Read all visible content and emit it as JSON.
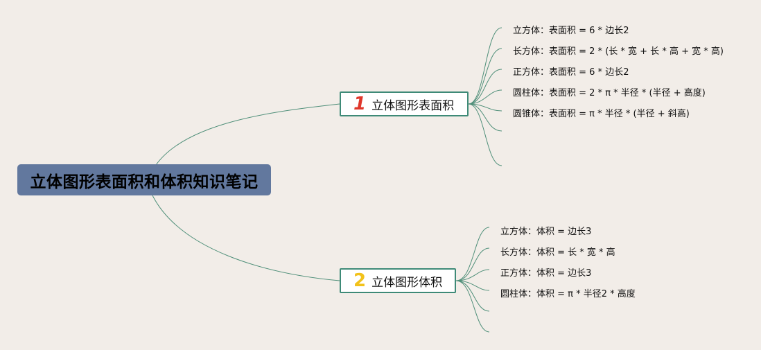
{
  "root": {
    "title": "立体图形表面积和体积知识笔记"
  },
  "branches": [
    {
      "number": "1",
      "label": "立体图形表面积",
      "items": [
        "立方体：表面积 = 6 * 边长2",
        "长方体：表面积 = 2 * (长 * 宽 + 长 * 高 + 宽 * 高)",
        "正方体：表面积 = 6 * 边长2",
        "圆柱体：表面积 = 2 * π * 半径 * (半径 + 高度)",
        "圆锥体：表面积 = π * 半径 * (半径 + 斜高)"
      ]
    },
    {
      "number": "2",
      "label": "立体图形体积",
      "items": [
        "立方体：体积 = 边长3",
        "长方体：体积 = 长 * 宽 * 高",
        "正方体：体积 = 边长3",
        "圆柱体：体积 = π * 半径2 * 高度"
      ]
    }
  ],
  "colors": {
    "background": "#f2ede8",
    "root_fill": "#62789e",
    "branch_border": "#3e8a77",
    "connector": "#4f8f79",
    "number_1": "#e0362a",
    "number_2": "#f2c21b"
  }
}
